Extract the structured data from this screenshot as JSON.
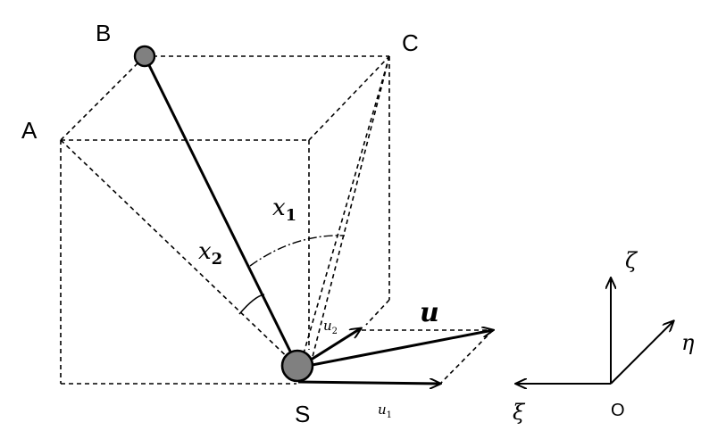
{
  "labels": {
    "A": "A",
    "B": "B",
    "C": "C",
    "S": "S",
    "O": "O"
  },
  "vectors": {
    "u": "u",
    "u1_base": "u",
    "u1_sub": "1",
    "u2_base": "u",
    "u2_sub": "2"
  },
  "angles": {
    "x1_base": "x",
    "x1_sub": "1",
    "x2_base": "x",
    "x2_sub": "2"
  },
  "axes": {
    "zeta": "ζ",
    "eta": "η",
    "xi": "ξ"
  },
  "colors": {
    "stroke": "#000000",
    "node_fill": "#808080"
  }
}
